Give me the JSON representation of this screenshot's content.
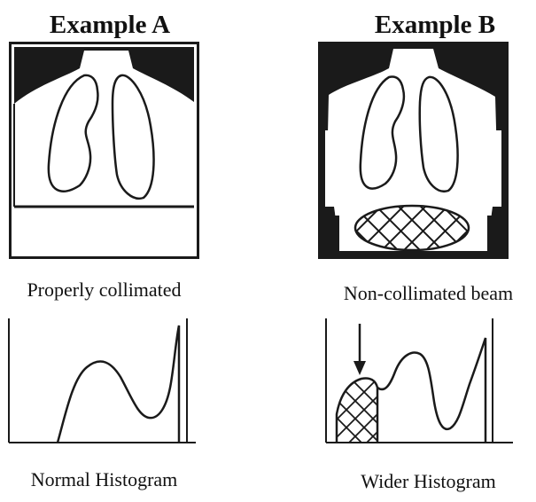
{
  "example_a": {
    "title": "Example A",
    "xray_caption": "Properly collimated",
    "histogram_caption": "Normal Histogram"
  },
  "example_b": {
    "title": "Example B",
    "xray_caption": "Non-collimated beam",
    "histogram_caption": "Wider Histogram"
  },
  "colors": {
    "ink": "#1a1a1a",
    "background": "#ffffff"
  }
}
